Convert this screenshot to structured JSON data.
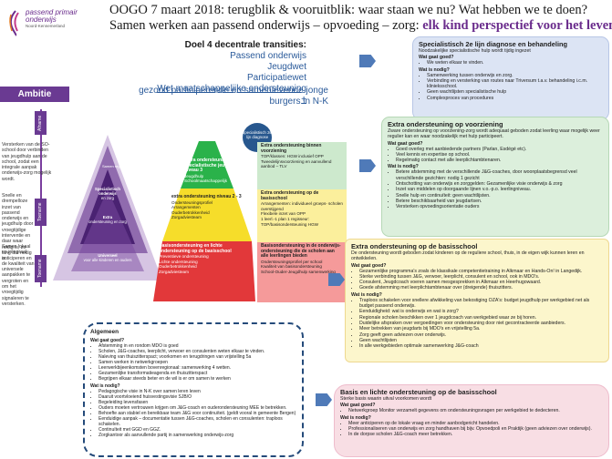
{
  "logo": {
    "text": "passend primair onderwijs",
    "subtitle": "Noord-Kennemerland"
  },
  "title": {
    "line1": "OOGO 7 maart 2018: terugblik & vooruitblik: waar staan we nu? Wat hebben we te doen?",
    "line2a": "Samen werken aan passend onderwijs – opvoeding – zorg:",
    "line2b": " elk kind perspectief voor het leven"
  },
  "doel": {
    "heading": "Doel 4 decentrale transities:",
    "items": [
      "Passend onderwijs",
      "Jeugdwet",
      "Participatiewet",
      "Wet maatschappelijke ondersteuning +"
    ],
    "footer": "gezond participerende en samenlevende jonge burgers in N-K"
  },
  "ambitie": {
    "label": "Ambitie",
    "texts": [
      "Versterken van de SO-school door verbinden van jeugdhulp aan de school, zodat een integrale aanpak onderwijs-zorg mogelijk wordt.",
      "Snelle en drempelloze inzet van passend onderwijs en jeugdhulp door vroegtijdige interventie en daar waar nodig is, zo lang dat nodig is.",
      "Samen lokaal en integraal anticiperen en de kwaliteit van universele aanpakken te vergroten en om het vroegtijdig signaleren te versterken."
    ],
    "tags": [
      "Afname",
      "Toename",
      "Toename"
    ]
  },
  "pyramid": {
    "sp_label": "specialistisch 2e lijn diagnose",
    "levels": [
      {
        "name": "Specialistisch onderwijs",
        "sub": "en zorg"
      },
      {
        "name": "Extra",
        "sub": "ondersteuning en zorg"
      },
      {
        "name": "Universeel",
        "sub": "voor alle kinderen en ouders"
      }
    ],
    "small_label": "Samen regelen wat nodig is"
  },
  "bands": [
    {
      "left_title": "Extra ondersteuning en specialistische jeugdhulp niveau 3",
      "left_items": [
        "Jeugdhulp",
        "Schoolmaatschappelijk"
      ],
      "right_title": "Extra ondersteuning binnen voorziening",
      "right_items": [
        "TOP/klassen: HGW inclusief OPP",
        "Tweedelijnsvoorziening en aanvullend aanbod – TLV"
      ]
    },
    {
      "left_title": "extra ondersteuning niveau 2 - 3",
      "left_items": [
        "Ondersteuningsprofiel",
        "Arrangementen",
        "Ouderbetrokkenheid",
        "Zorgadviesteam"
      ],
      "right_title": "Extra ondersteuning op de basisschool",
      "right_items": [
        "Arrangementen: individueel groeps- scholen overstijgend",
        "Flexibele inzet van OPP",
        "1 leerl.-1 plan 1 regisseur: TOP/basisondersteuning HGW"
      ]
    },
    {
      "left_title": "Basisondersteuning en lichte ondersteuning op de basisschool",
      "left_items": [
        "Preventieve ondersteuning",
        "Lichte ondersteuning",
        "Ouderbetrokkenheid",
        "Zorgadviesteam"
      ],
      "right_title": "Basisondersteuning in de onderwijs- ondersteuning die de scholen aan alle leerlingen bieden",
      "right_items": [
        "Ondersteuningsprofiel per school",
        "Kwaliteit van basisondersteuning",
        "School-Ouder-Jeugdhulp samenwerking"
      ]
    }
  ],
  "box1": {
    "title": "Specialistisch 2e lijn diagnose en behandeling",
    "subtitle": "Noodzakelijke specialistische hulp wordt tijdig ingezet",
    "good_label": "Wat gaat goed?",
    "good": [
      "We weten elkaar te vinden."
    ],
    "need_label": "Wat is nodig?",
    "need": [
      "Samenwerking tussen onderwijs en zorg.",
      "Verbinding en versterking van routes naar Triversum t.a.v. behandeling i.c.m. klinieksschool.",
      "Geen wachtlijsten specialistische hulp",
      "Complexproces van procedures"
    ]
  },
  "box2": {
    "title": "Extra ondersteuning op voorziening",
    "subtitle": "Zware ondersteuning op voorziening-zorg wordt adequaat geboden zodat leerling waar mogelijk weer regulier kan en waar noodzakelijk met hulp participeert.",
    "good_label": "Wat gaat goed?",
    "good": [
      "Goed overleg met aanbiedende partners (Parlan, Esdégé etc).",
      "Veel kennis en expertise op school.",
      "Regelmatig contact met alle leerplichtambtenaren."
    ],
    "need_label": "Wat is nodig?",
    "need": [
      "Betere afstemming met de verschillende J&G-coaches, door woonplaatsbegrensd veel verschillende gezichten: nodig 1 gezicht",
      "Ontschotting van onderwijs en zorggelden: Gezamenlijke visie onderwijs & zorg",
      "Inzet van middelen op doorgaande lijnen v.o.-p.o. leerlingniveau.",
      "Snelle hulp en continuïteit: geen wachtlijsten.",
      "Betere beschikbaarheid van jeugdartsen.",
      "Versterken opvoedingsorientatie ouders"
    ]
  },
  "box3": {
    "title": "Extra ondersteuning op de basisschool",
    "subtitle": "De ondersteuning wordt geboden zodat kinderen op de reguliere school, thuis, in de eigen wijk kunnen leren en ontwikkelen.",
    "good_label": "Wat gaat goed?",
    "good": [
      "Gezamenlijke programma's zoals de klassikale competentietraining in Alkmaar en Hands-On! in Langedijk.",
      "Sterke verbinding tussen J&G, verwoer, leerplicht, consulent en school, ook in MDO's.",
      "Consulent, Jeugdcoach voeren samen mesgesprekken in Alkmaar en Heerhugowaard.",
      "Goede afstemming met leerplichtambtenaar over (dreigende) thuiszitters."
    ],
    "need_label": "Wat is nodig?",
    "need": [
      "Traploos schakelen voor snellere afwikkeling van bekostiging OZA's: budget jeugdhulp per werkgebied net als budget passend onderwijs.",
      "Eenduidigheid: wat is onderwijs en wat is zorg?",
      "Regionale scholen beschikken over 1 jeugdcoach van werkgebied waar ze bij horen.",
      "Duidelijke afspraken over vergoedingen voor ondersteuning door niet gecontracteerde aanbieders.",
      "Meer betrekken van jeugdarts bij MDO's en vrijstelling 5a.",
      "Zorg geeft geen adviezen over onderwijs.",
      "Geen wachtlijsten",
      "In alle werkgebieden optimale samenwerking J&G-coach"
    ]
  },
  "box4": {
    "title": "Basis en lichte ondersteuning op de basisschool",
    "subtitle": "Sterke basis waarin uitval voorkomen wordt",
    "good_label": "Wat gaat goed?",
    "good": [
      "Netwerkgroep Monitor verzamelt gegevens om ondersteuningsvragen per werkgebied te dedecteren."
    ],
    "need_label": "Wat is nodig?",
    "need": [
      "Meer anticiperen op de lokale vraag en minder aanbodgericht handelen.",
      "Professionaliseren van onderwijs en zorg handhaven bij bijv. Opvoedpoli en Praktijk (geen adviezen over onderwijs).",
      "In de dorpse scholen J&G-coach meer betrekken."
    ]
  },
  "box5": {
    "title": "Algemeen",
    "good_label": "Wat gaat goed?",
    "good": [
      "Afstemming in en rondom MDO is goed",
      "Scholen, J&G-coaches, leerplicht, verwoer en consulenten weten elkaar te vinden.",
      "Naleving van thuiszitterspact; voorkomen en terugdringen van vrijstelling 5a",
      "Samen werken in netwerkgroepen",
      "Leerwerkbijeenkomsten bovenregionaal: samenwerking 4 wetten.",
      "Gezamenlijke transformatieagenda en thuiszitterspact",
      "Begrijpen elkaar steeds beter en de wil is er om samen te werken"
    ],
    "need_label": "Wat is nodig?",
    "need": [
      "Pedagogische visie in N-K over samen leren leven",
      "Daaruit voortvloeiend huisvestingsvisie SJB/O",
      "Begeleiding levensfasen",
      "Ouders moeten vertrouwen krijgen om J&G-coach en ouderondersteuning MEE te betrekken.",
      "Behoefte aan stabiel en bereikbaar team J&G voor continuïteit. (geldt vooral in gemeente Bergen)",
      "Eenduidige aanpak – documentatie tussen J&G-coaches, scholen en consulenten: traploos schakelen.",
      "Continuïteit met GGD en GGZ.",
      "Zorgkantoor als aanvullende partij in samenwerking onderwijs-zorg"
    ]
  },
  "colors": {
    "purple": "#6a3a92",
    "navy": "#27578e",
    "red": "#e2383a",
    "yellow": "#f6dd2a",
    "green": "#2ab24a"
  }
}
